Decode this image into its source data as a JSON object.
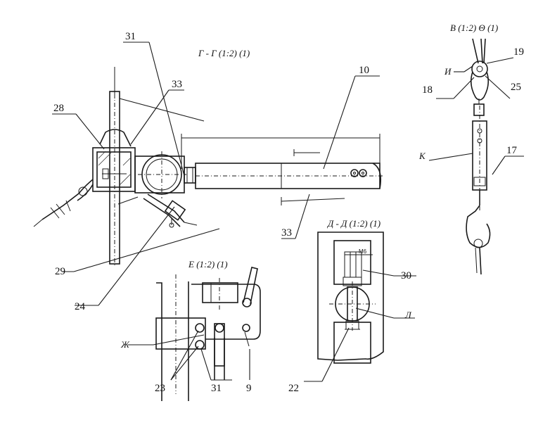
{
  "views": {
    "g_g": "Г - Г (1:2) (1)",
    "v": "В (1:2) Θ (1)",
    "d_d": "Д - Д (1:2) (1)",
    "e": "Е (1:2) (1)"
  },
  "labels": {
    "l31_top": "31",
    "l33_top": "33",
    "l28": "28",
    "l10": "10",
    "l33_bot": "33",
    "l29": "29",
    "l24": "24",
    "l19": "19",
    "l_i": "И",
    "l18": "18",
    "l25": "25",
    "l_k": "К",
    "l17": "17",
    "l30": "30",
    "l_l": "Л",
    "l22": "22",
    "l_zh": "Ж",
    "l23": "23",
    "l31_bot": "31",
    "l9": "9",
    "dim_m6": "М6"
  }
}
